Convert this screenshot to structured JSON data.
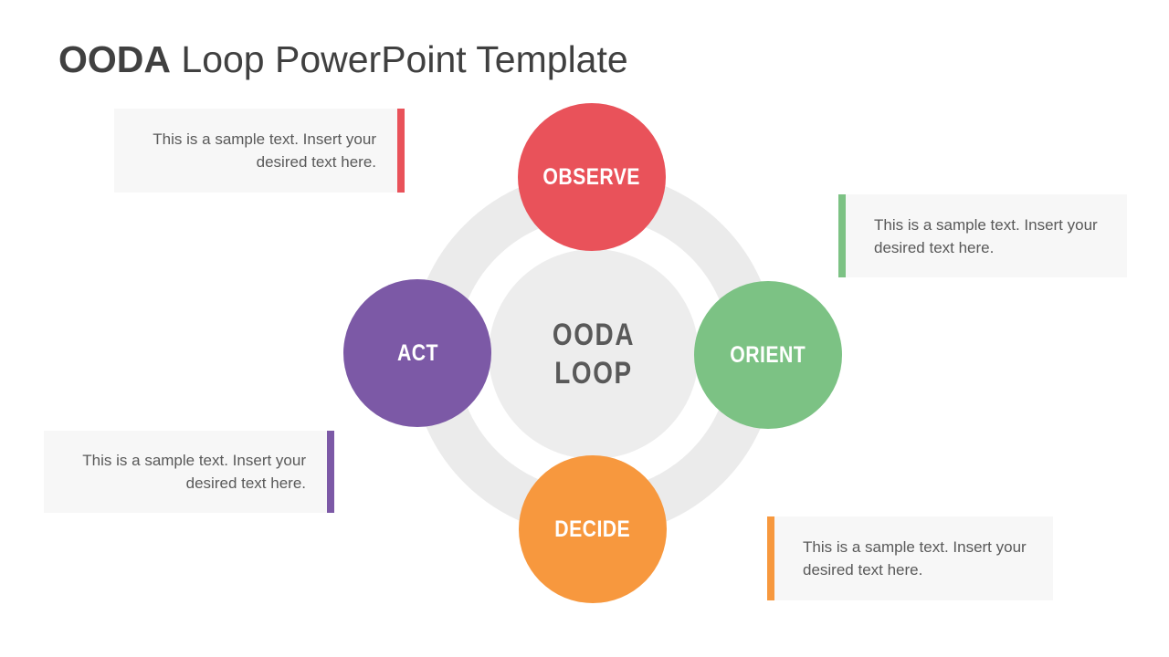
{
  "slide": {
    "title": {
      "bold": "OODA",
      "regular": " Loop PowerPoint Template"
    }
  },
  "diagram": {
    "center": {
      "line1": "OODA",
      "line2": "LOOP",
      "background_color": "#ededed",
      "text_color": "#595959"
    },
    "ring_color": "#ebebeb",
    "nodes": [
      {
        "id": "observe",
        "label": "OBSERVE",
        "color": "#e9525a",
        "position": "top"
      },
      {
        "id": "orient",
        "label": "ORIENT",
        "color": "#7cc284",
        "position": "right"
      },
      {
        "id": "decide",
        "label": "DECIDE",
        "color": "#f7983e",
        "position": "bottom"
      },
      {
        "id": "act",
        "label": "ACT",
        "color": "#7c59a6",
        "position": "left"
      }
    ]
  },
  "callouts": [
    {
      "id": "observe-note",
      "accent_color": "#e9525a",
      "accent_side": "right",
      "text_align": "right",
      "line1": "This is a sample text. Insert your",
      "line2": "desired text here."
    },
    {
      "id": "orient-note",
      "accent_color": "#7cc284",
      "accent_side": "left",
      "text_align": "left",
      "line1": "This is a sample text. Insert your",
      "line2": "desired text here."
    },
    {
      "id": "act-note",
      "accent_color": "#7c59a6",
      "accent_side": "right",
      "text_align": "right",
      "line1": "This is a sample text. Insert your",
      "line2": "desired text here."
    },
    {
      "id": "decide-note",
      "accent_color": "#f7983e",
      "accent_side": "left",
      "text_align": "left",
      "line1": "This is a sample text. Insert your",
      "line2": "desired text here."
    }
  ],
  "colors": {
    "title_text": "#404040",
    "body_text": "#595959",
    "callout_background": "#f7f7f7",
    "slide_background": "#ffffff"
  }
}
